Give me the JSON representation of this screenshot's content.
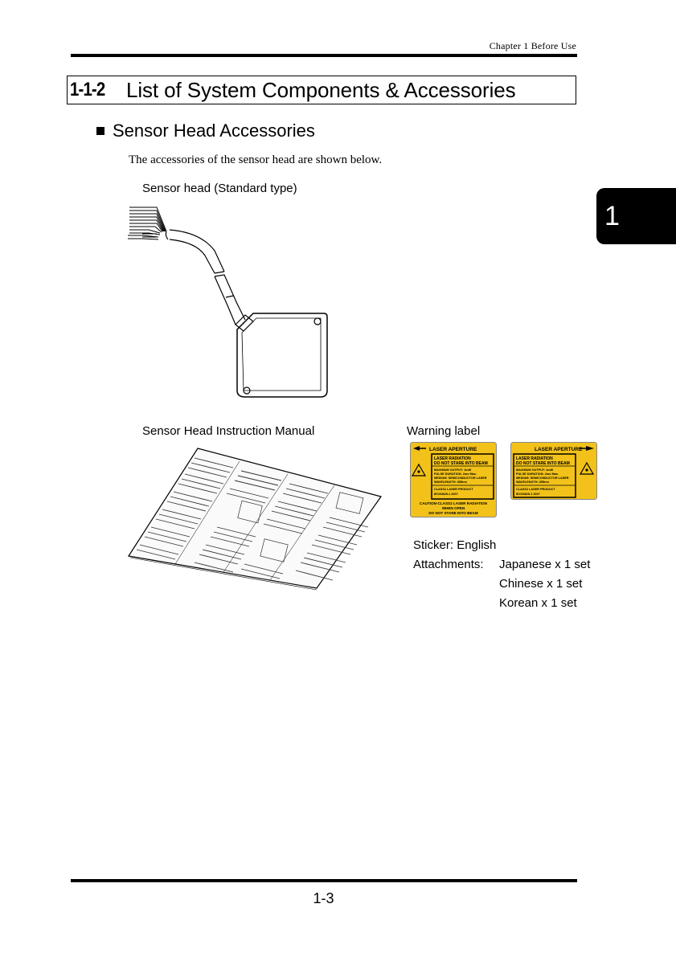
{
  "header": {
    "chapter_text": "Chapter 1 Before Use"
  },
  "section": {
    "number": "1-1-2",
    "title": "List of System Components & Accessories"
  },
  "subsection": {
    "title": "Sensor Head Accessories"
  },
  "intro_text": "The accessories of the sensor head are shown below.",
  "figures": {
    "sensor_head_label": "Sensor head (Standard type)",
    "manual_label": "Sensor Head Instruction Manual",
    "warning_label": "Warning label"
  },
  "warning_labels": {
    "left": {
      "aperture": "LASER APERTURE",
      "lines": [
        "LASER RADIATION",
        "DO NOT STARE INTO BEAM"
      ],
      "small_lines": [
        "MAXIMUM OUTPUT: 1mW",
        "PULSE DURATION: 2ms Max.",
        "MEDIUM: SEMICONDUCTOR LASER",
        "WAVELENGTH: 655nm",
        "CLASS2 LASER PRODUCT",
        "IEC60825-1 2007"
      ],
      "bottom": [
        "CAUTION-CLASS2 LASER RADIATION",
        "WHEN OPEN",
        "DO NOT STARE INTO BEAM"
      ]
    },
    "right": {
      "aperture": "LASER APERTURE",
      "lines": [
        "LASER RADIATION",
        "DO NOT STARE INTO BEAM"
      ],
      "small_lines": [
        "MAXIMUM OUTPUT: 1mW",
        "PULSE DURATION: 2ms Max.",
        "MEDIUM: SEMICONDUCTOR LASER",
        "WAVELENGTH: 655nm",
        "CLASS2 LASER PRODUCT",
        "IEC60825-1 2007"
      ]
    }
  },
  "sticker": {
    "label": "Sticker:",
    "value": "English",
    "attachments_label": "Attachments:",
    "attachments": [
      "Japanese x 1 set",
      "Chinese x 1 set",
      "Korean x 1 set"
    ]
  },
  "chapter_tab": "1",
  "page_number": "1-3",
  "colors": {
    "label_yellow": "#f2c21a",
    "tab_black": "#000000"
  }
}
